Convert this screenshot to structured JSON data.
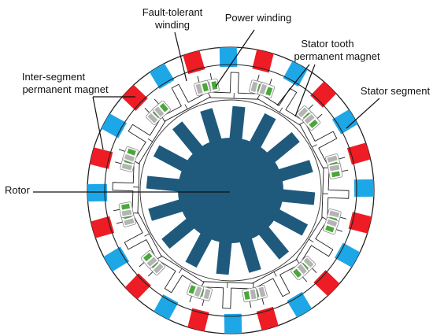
{
  "labels": {
    "fault_tolerant_line1": "Fault-tolerant",
    "fault_tolerant_line2": "winding",
    "power_winding": "Power winding",
    "stator_tooth_pm_line1": "Stator tooth",
    "stator_tooth_pm_line2": "permanent magnet",
    "inter_segment_pm_line1": "Inter-segment",
    "inter_segment_pm_line2": "permanent magnet",
    "stator_segment": "Stator segment",
    "rotor": "Rotor"
  },
  "components": {
    "rotor_pole_count": 16,
    "stator_segment_count": 12,
    "outer_magnet_count": 24
  },
  "colors": {
    "rotor": "#1f5a7d",
    "inter_segment_magnet_red": "#ee1c24",
    "inter_segment_magnet_blue": "#1ea7e7",
    "power_winding": "#4aa83a",
    "fault_tolerant_winding": "#b4b4b4",
    "outline": "#222222",
    "stator_tooth_magnet": "#ffffff"
  }
}
